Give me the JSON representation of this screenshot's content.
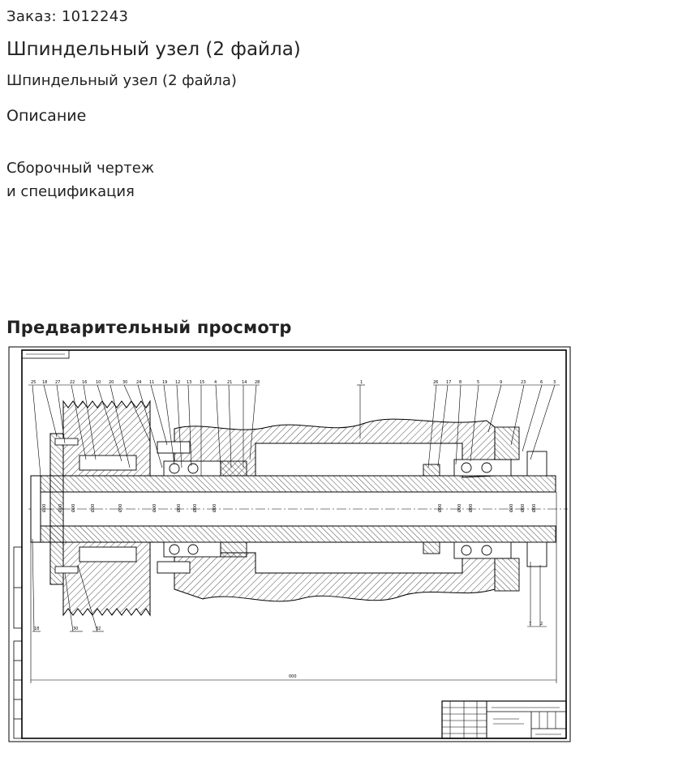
{
  "order": {
    "text": "Заказ: 1012243"
  },
  "page": {
    "title": "Шпиндельный узел (2 файла)",
    "subtitle": "Шпиндельный узел (2 файла)"
  },
  "description": {
    "heading": "Описание",
    "lines": [
      "Сборочный чертеж",
      "и спецификация"
    ]
  },
  "preview": {
    "heading": "Предварительный просмотр"
  }
}
